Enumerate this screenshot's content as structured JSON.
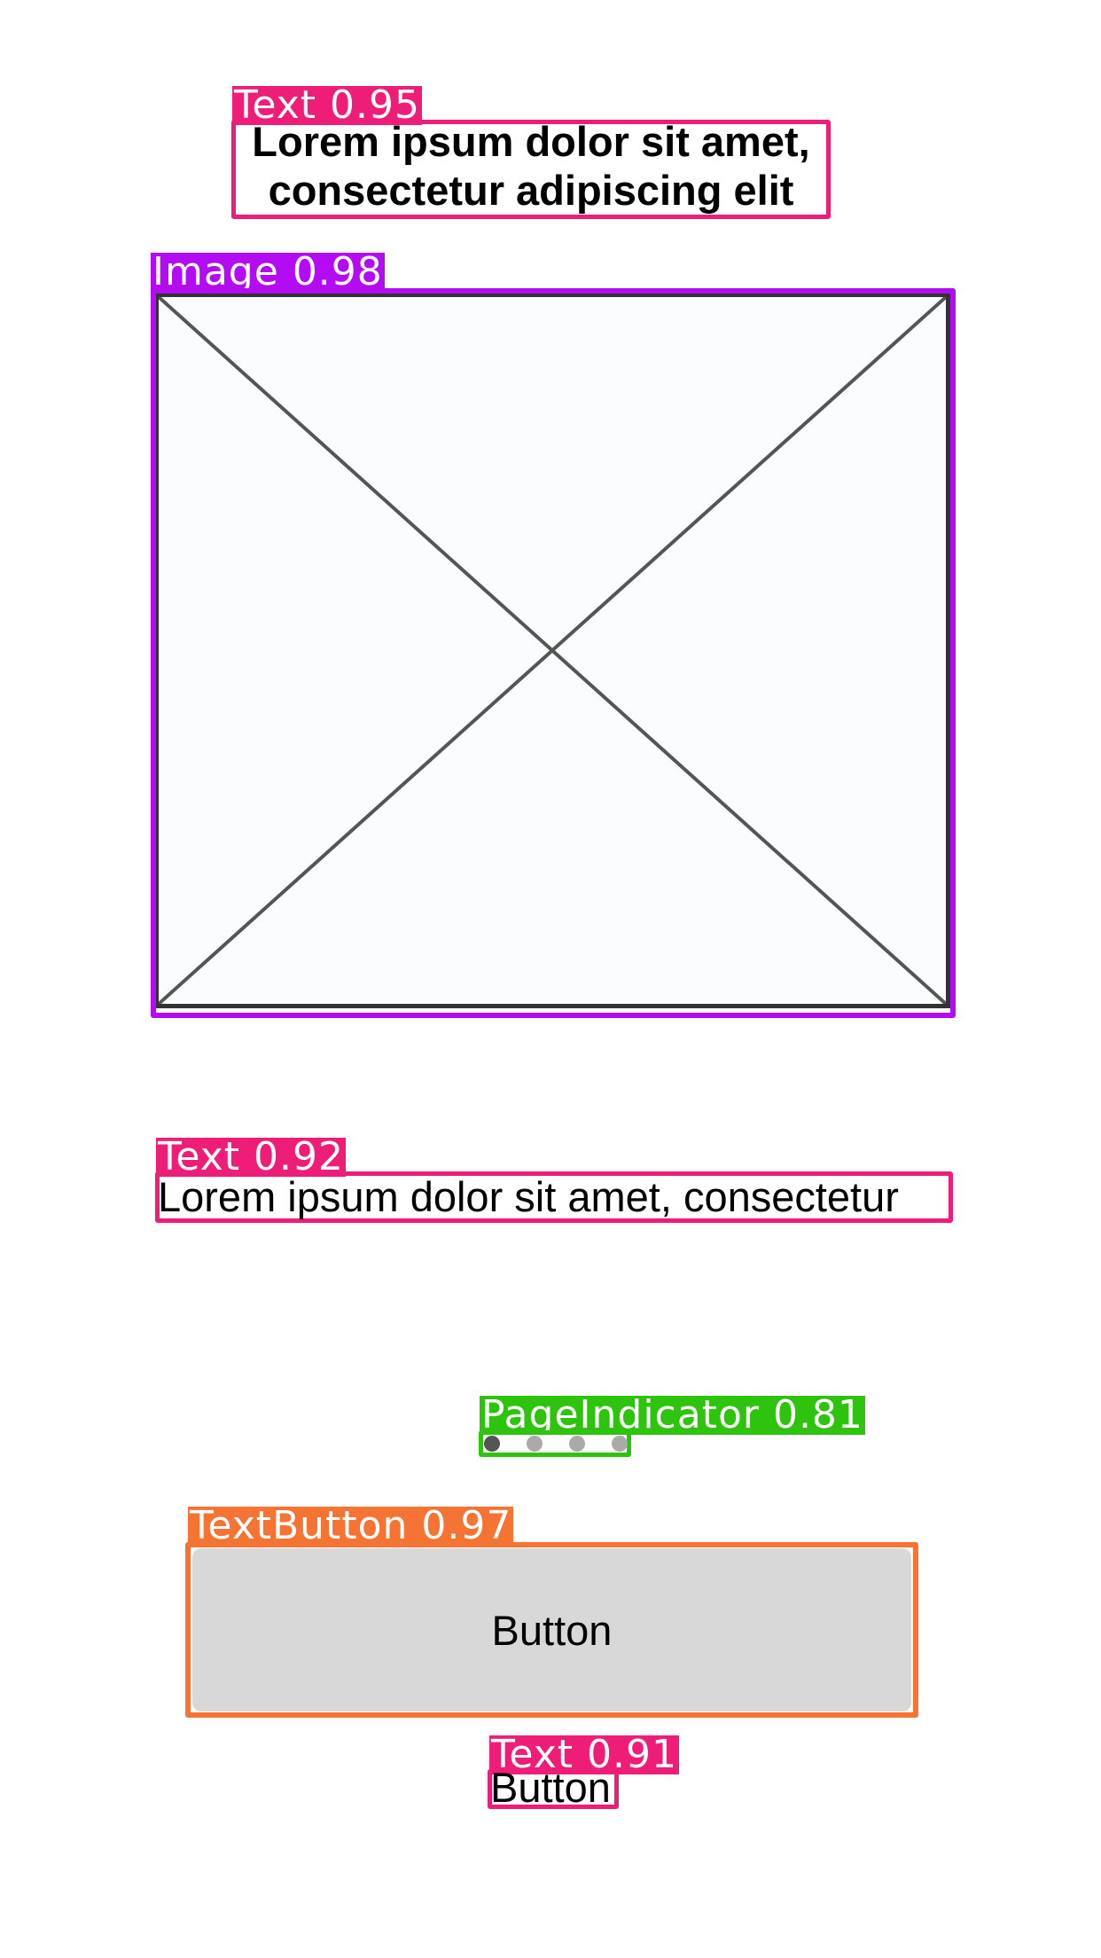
{
  "colors": {
    "text_tag": "#ee1e78",
    "image_tag": "#b40cf2",
    "page_indicator_tag": "#2ec30c",
    "text_button_tag": "#f57333",
    "button_fill": "#d8d8d8",
    "dot_active": "#555555",
    "dot_inactive": "#aaaaaa"
  },
  "detections": {
    "title_text": {
      "label": "Text",
      "score": "0.95"
    },
    "image": {
      "label": "Image",
      "score": "0.98"
    },
    "body_text": {
      "label": "Text",
      "score": "0.92"
    },
    "page_indicator": {
      "label": "PageIndicator",
      "score": "0.81"
    },
    "text_button": {
      "label": "TextButton",
      "score": "0.97"
    },
    "button_text": {
      "label": "Text",
      "score": "0.91"
    }
  },
  "screen": {
    "title_line_1": "Lorem ipsum dolor sit amet,",
    "title_line_2": "consectetur adipiscing elit",
    "body": "Lorem ipsum dolor sit amet, consectetur",
    "page_indicator": {
      "pages": 4,
      "active": 1
    },
    "button_label": "Button",
    "button_text": "Button"
  }
}
